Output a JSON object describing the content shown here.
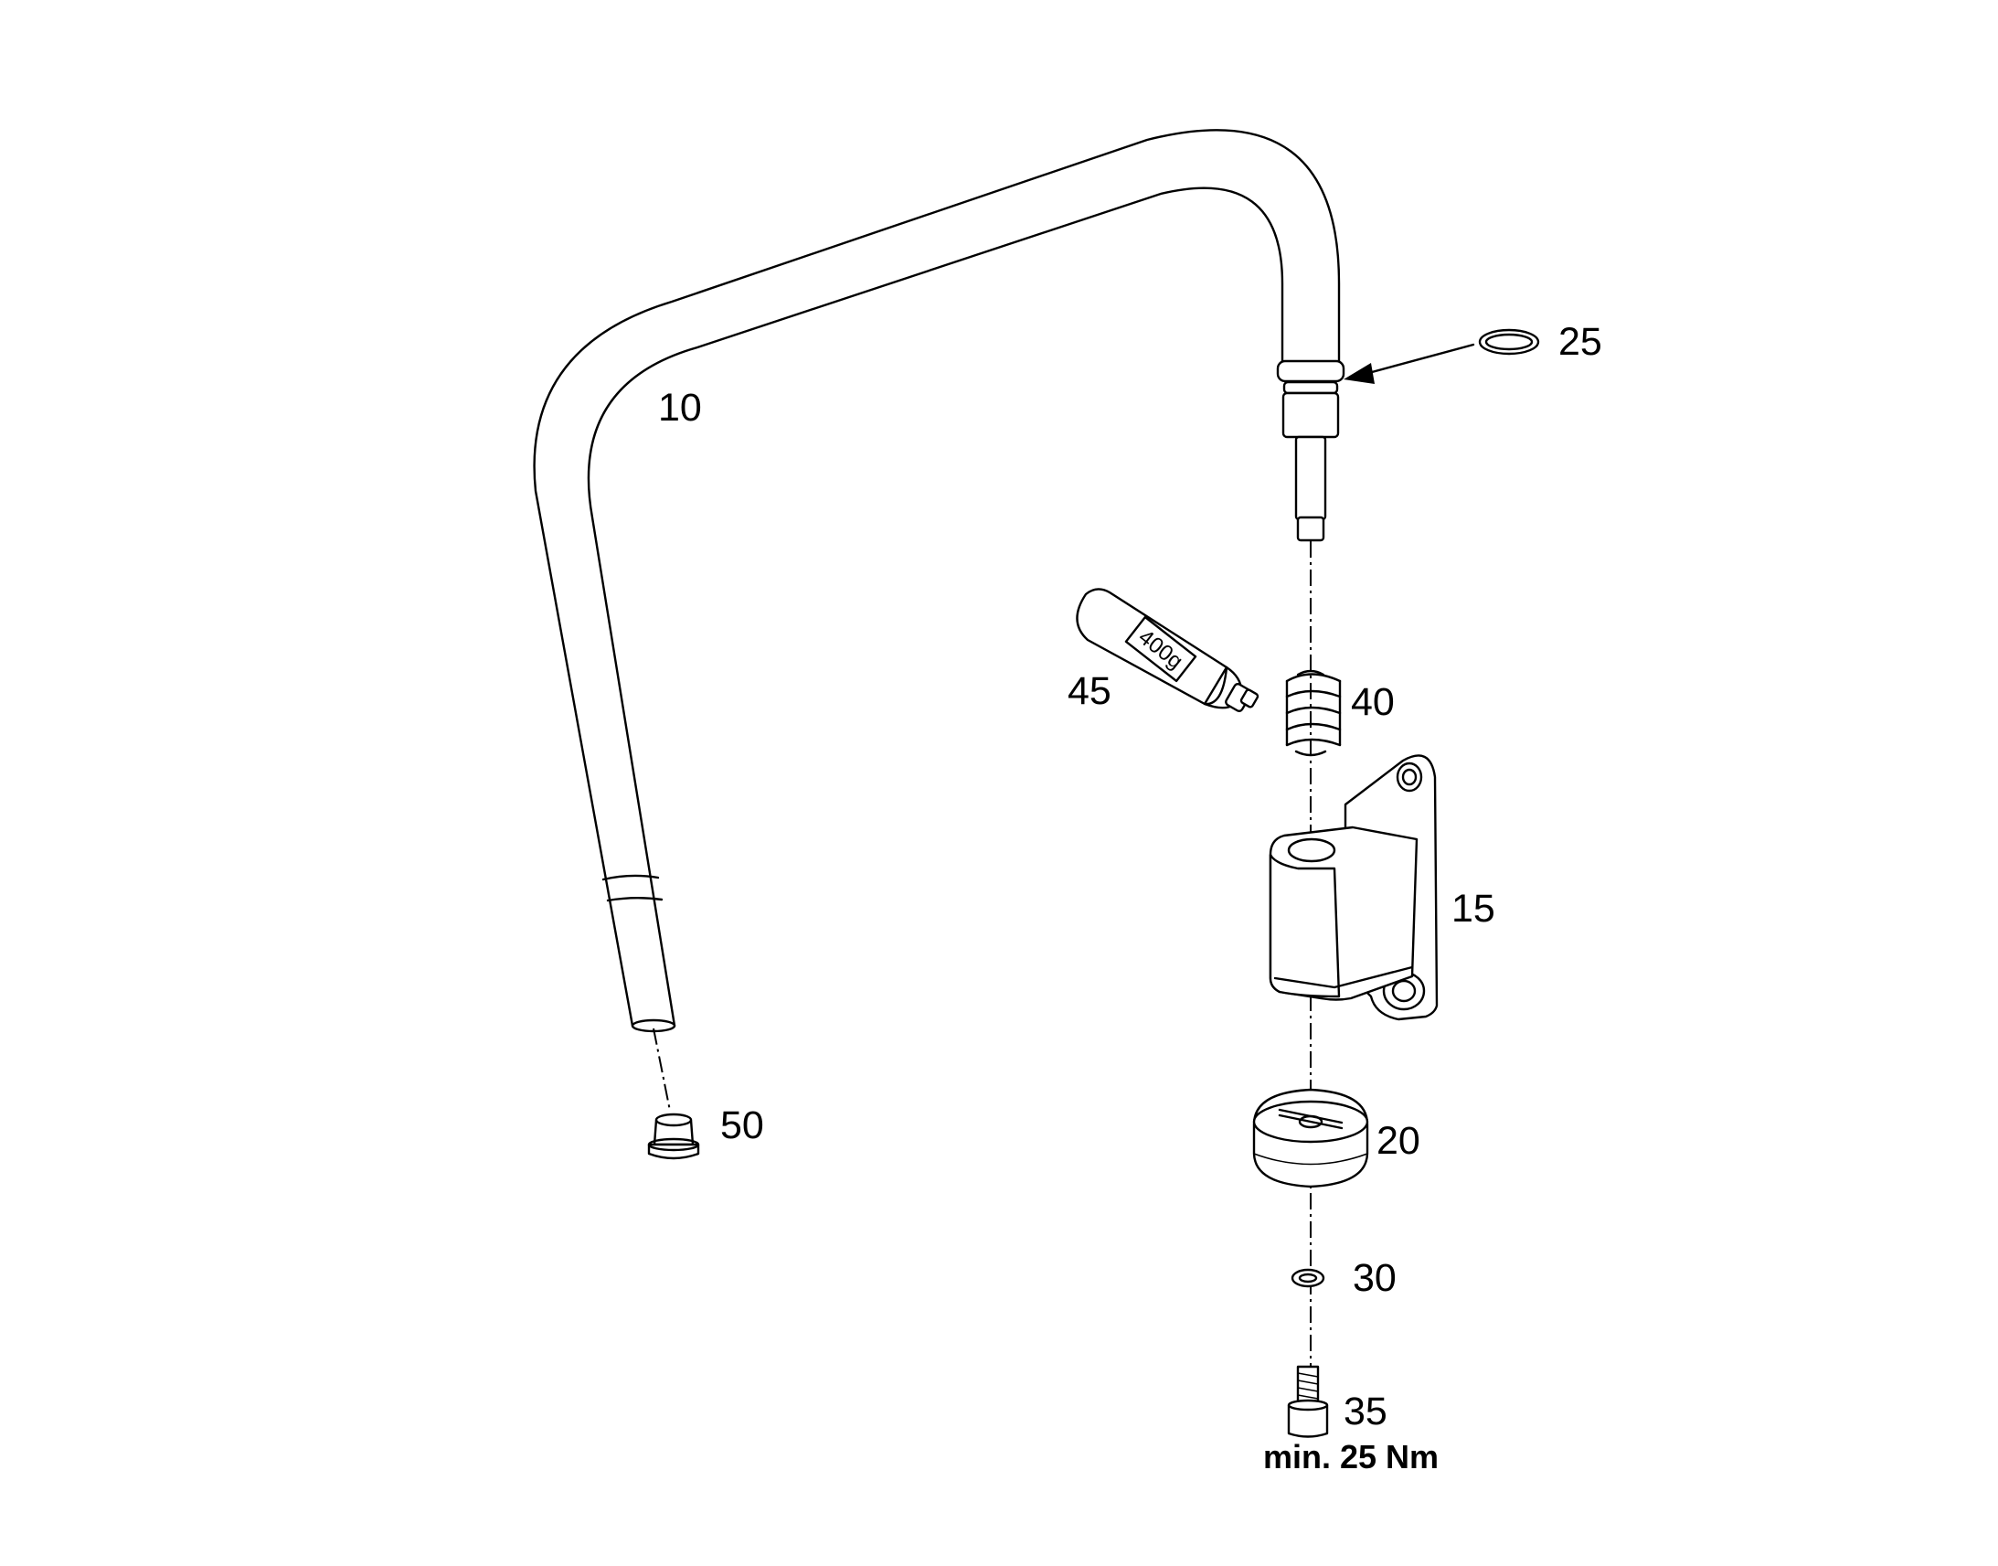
{
  "diagram": {
    "callouts": [
      {
        "id": "10",
        "text": "10"
      },
      {
        "id": "15",
        "text": "15"
      },
      {
        "id": "20",
        "text": "20"
      },
      {
        "id": "25",
        "text": "25"
      },
      {
        "id": "30",
        "text": "30"
      },
      {
        "id": "35",
        "text": "35"
      },
      {
        "id": "40",
        "text": "40"
      },
      {
        "id": "45",
        "text": "45"
      },
      {
        "id": "50",
        "text": "50"
      }
    ],
    "grease_tube_label": "400g",
    "torque_note": "min. 25 Nm"
  }
}
